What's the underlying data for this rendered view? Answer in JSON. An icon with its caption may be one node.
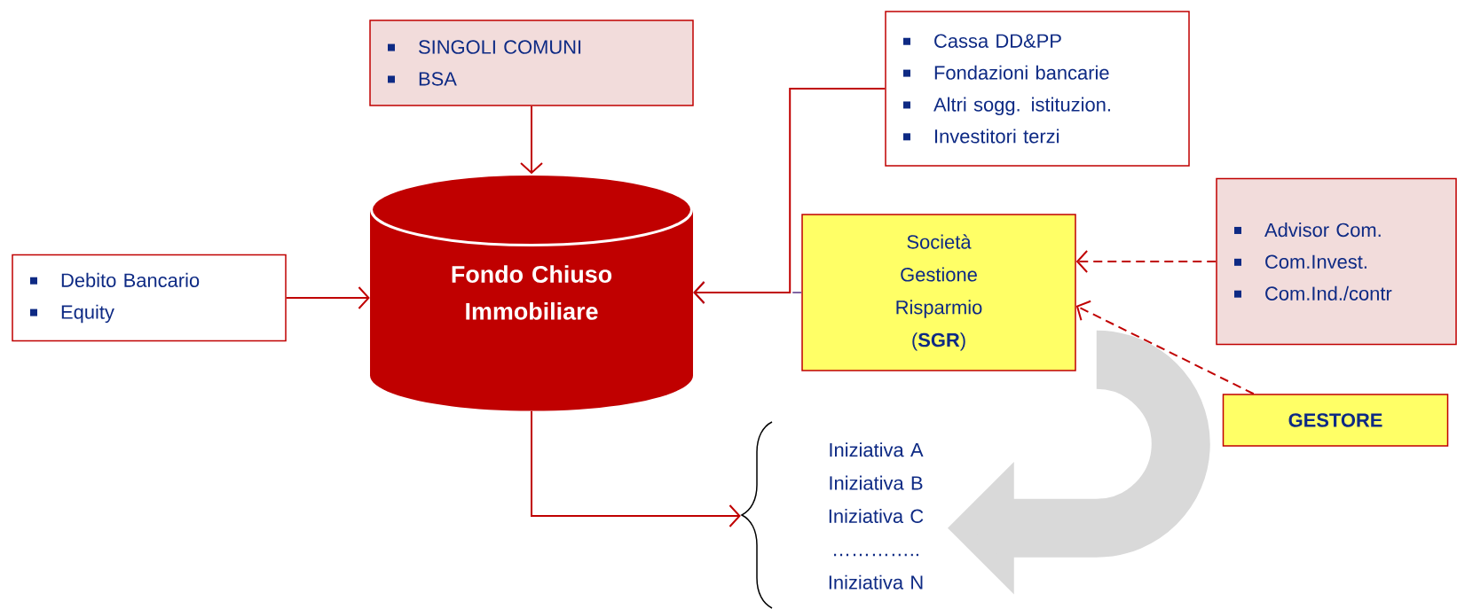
{
  "diagram": {
    "nodes": [
      {
        "text": [
          "SINGOLI COMUNI",
          "BSA"
        ]
      },
      {
        "text": [
          "Cassa DD&PP",
          "Fondazioni bancarie",
          "Altri sogg. istituzion.",
          "Investitori terzi"
        ]
      },
      {
        "text": [
          "Debito Bancario",
          "Equity"
        ]
      },
      {
        "text": [
          "Fondo Chiuso Immobiliare"
        ]
      },
      {
        "text": [
          "Società Gestione Risparmio (**SGR**)"
        ]
      },
      {
        "text": [
          "Advisor Com.",
          "Com.Invest.",
          "Com.Ind./contr"
        ]
      },
      {
        "text": [
          "GESTORE"
        ]
      },
      {
        "text": [
          "Iniziativa A",
          "Iniziativa B",
          "Iniziativa C",
          "…………..",
          "Iniziativa N"
        ]
      }
    ],
    "edges": [
      {
        "from": 0,
        "to": 3,
        "arrow": "to"
      },
      {
        "from": 2,
        "to": 3,
        "arrow": "to"
      },
      {
        "from": 4,
        "to": 3,
        "arrow": "to",
        "style": "dashed",
        "color": "#8064a2"
      },
      {
        "from": 1,
        "to": 3,
        "arrow": "to"
      },
      {
        "from": 5,
        "to": 4,
        "arrow": "to",
        "style": "dashed"
      },
      {
        "from": 6,
        "to": 4,
        "arrow": "to",
        "style": "dashed"
      },
      {
        "from": 3,
        "to": 7,
        "arrow": "to"
      },
      {
        "from": 4,
        "to": 7,
        "arrow": "to",
        "style": "thick",
        "color": "#d9d9d9"
      }
    ]
  }
}
